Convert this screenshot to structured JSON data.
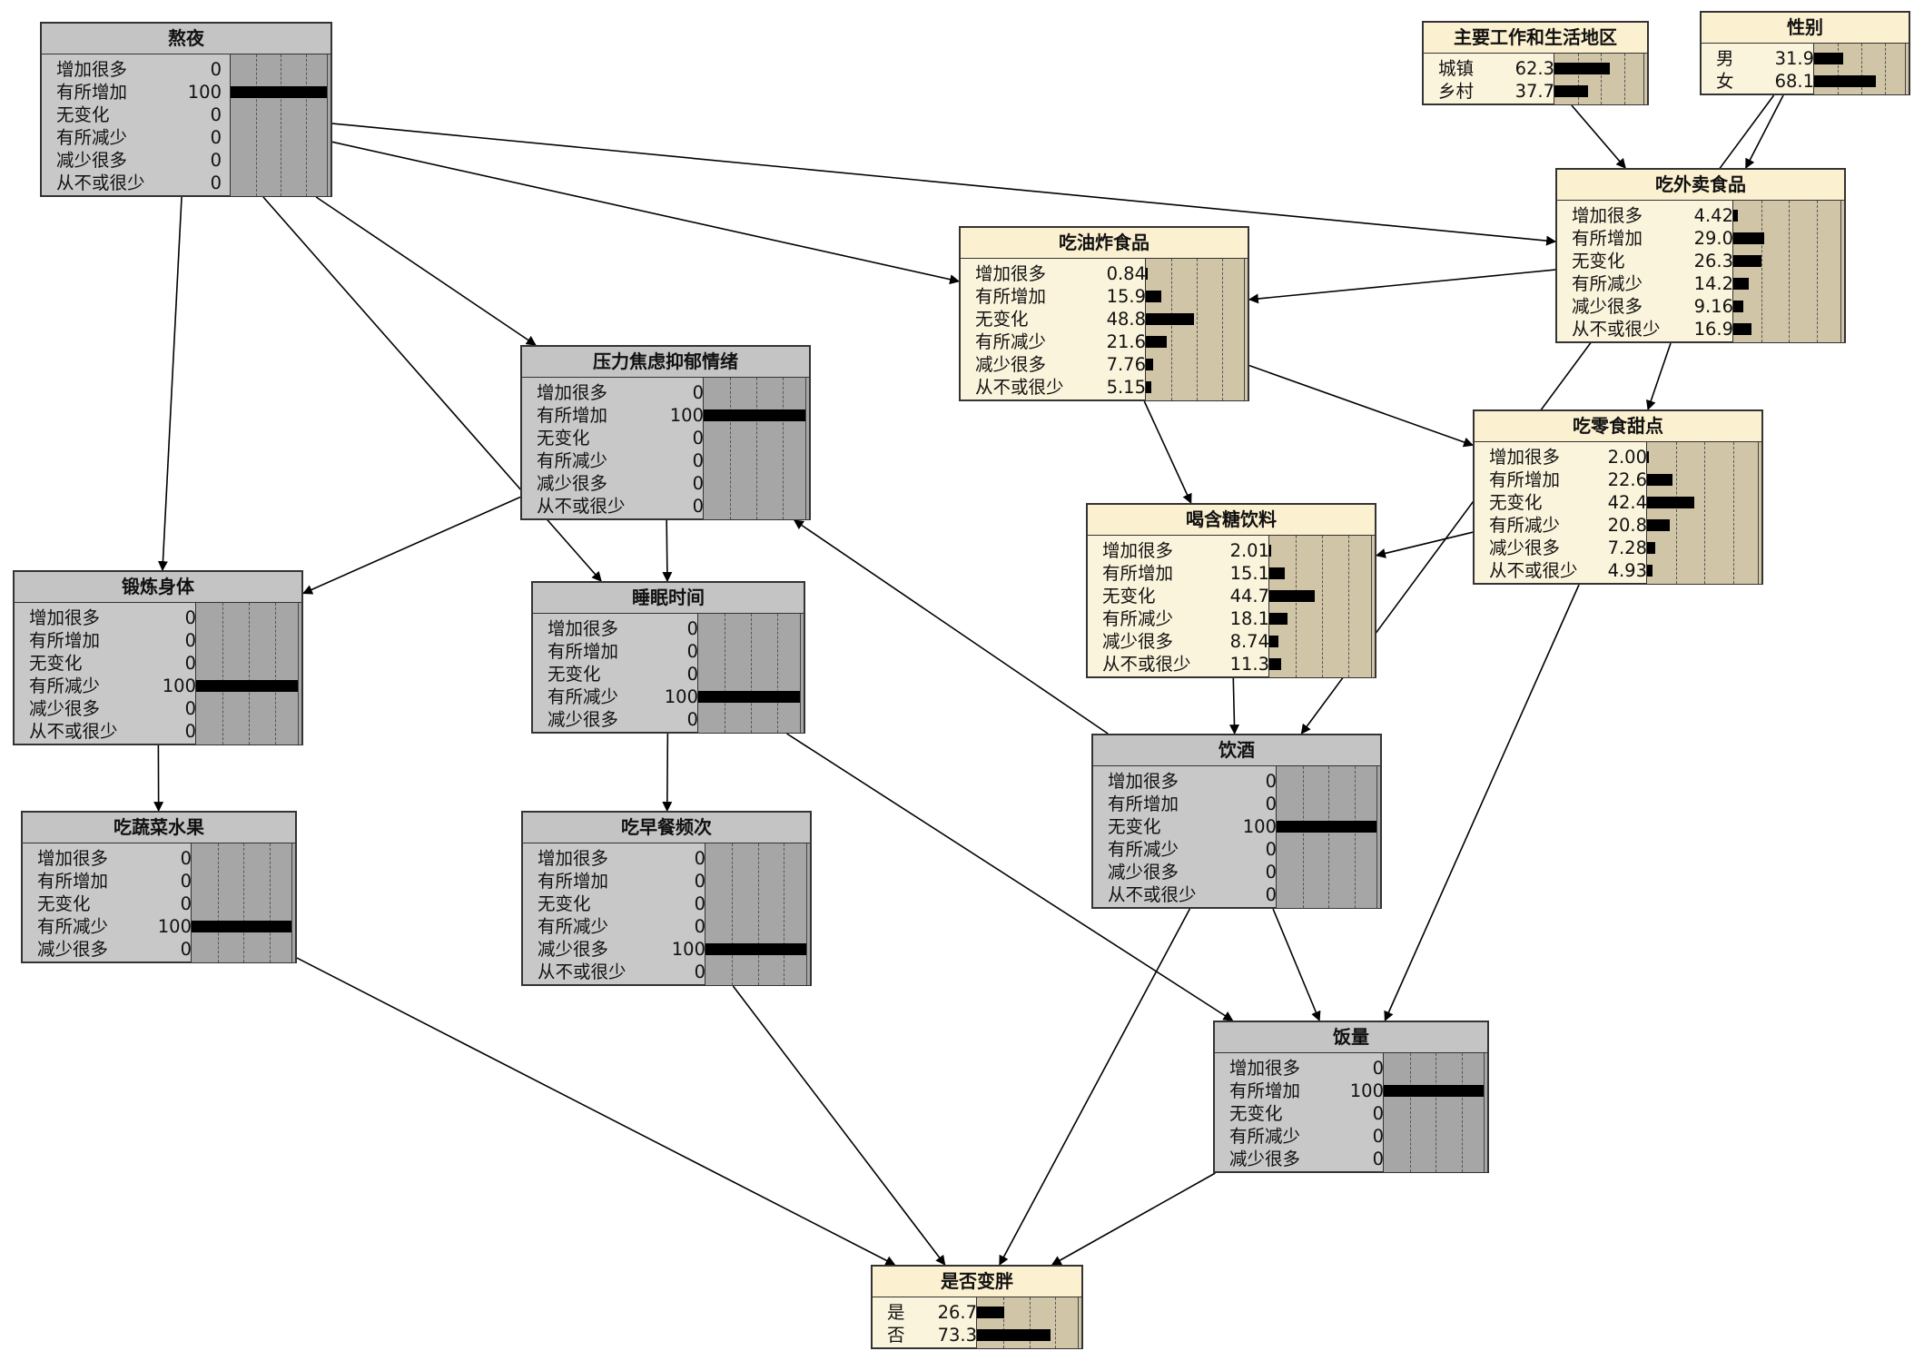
{
  "nodes": [
    {
      "id": "staying-up-late",
      "title": "熬夜",
      "style": "gray",
      "states": [
        {
          "label": "增加很多",
          "value": "0",
          "p": 0
        },
        {
          "label": "有所增加",
          "value": "100",
          "p": 100
        },
        {
          "label": "无变化",
          "value": "0",
          "p": 0
        },
        {
          "label": "有所减少",
          "value": "0",
          "p": 0
        },
        {
          "label": "减少很多",
          "value": "0",
          "p": 0
        },
        {
          "label": "从不或很少",
          "value": "0",
          "p": 0
        }
      ]
    },
    {
      "id": "region",
      "title": "主要工作和生活地区",
      "style": "cream",
      "states": [
        {
          "label": "城镇",
          "value": "62.3",
          "p": 62.3
        },
        {
          "label": "乡村",
          "value": "37.7",
          "p": 37.7
        }
      ]
    },
    {
      "id": "gender",
      "title": "性别",
      "style": "cream",
      "states": [
        {
          "label": "男",
          "value": "31.9",
          "p": 31.9
        },
        {
          "label": "女",
          "value": "68.1",
          "p": 68.1
        }
      ]
    },
    {
      "id": "takeout-food",
      "title": "吃外卖食品",
      "style": "cream",
      "states": [
        {
          "label": "增加很多",
          "value": "4.42",
          "p": 4.42
        },
        {
          "label": "有所增加",
          "value": "29.0",
          "p": 29.0
        },
        {
          "label": "无变化",
          "value": "26.3",
          "p": 26.3
        },
        {
          "label": "有所减少",
          "value": "14.2",
          "p": 14.2
        },
        {
          "label": "减少很多",
          "value": "9.16",
          "p": 9.16
        },
        {
          "label": "从不或很少",
          "value": "16.9",
          "p": 16.9
        }
      ]
    },
    {
      "id": "fried-food",
      "title": "吃油炸食品",
      "style": "cream",
      "states": [
        {
          "label": "增加很多",
          "value": "0.84",
          "p": 0.84
        },
        {
          "label": "有所增加",
          "value": "15.9",
          "p": 15.9
        },
        {
          "label": "无变化",
          "value": "48.8",
          "p": 48.8
        },
        {
          "label": "有所减少",
          "value": "21.6",
          "p": 21.6
        },
        {
          "label": "减少很多",
          "value": "7.76",
          "p": 7.76
        },
        {
          "label": "从不或很少",
          "value": "5.15",
          "p": 5.15
        }
      ]
    },
    {
      "id": "stress-anxiety",
      "title": "压力焦虑抑郁情绪",
      "style": "gray",
      "states": [
        {
          "label": "增加很多",
          "value": "0",
          "p": 0
        },
        {
          "label": "有所增加",
          "value": "100",
          "p": 100
        },
        {
          "label": "无变化",
          "value": "0",
          "p": 0
        },
        {
          "label": "有所减少",
          "value": "0",
          "p": 0
        },
        {
          "label": "减少很多",
          "value": "0",
          "p": 0
        },
        {
          "label": "从不或很少",
          "value": "0",
          "p": 0
        }
      ]
    },
    {
      "id": "snacks-desserts",
      "title": "吃零食甜点",
      "style": "cream",
      "states": [
        {
          "label": "增加很多",
          "value": "2.00",
          "p": 2.0
        },
        {
          "label": "有所增加",
          "value": "22.6",
          "p": 22.6
        },
        {
          "label": "无变化",
          "value": "42.4",
          "p": 42.4
        },
        {
          "label": "有所减少",
          "value": "20.8",
          "p": 20.8
        },
        {
          "label": "减少很多",
          "value": "7.28",
          "p": 7.28
        },
        {
          "label": "从不或很少",
          "value": "4.93",
          "p": 4.93
        }
      ]
    },
    {
      "id": "sugary-drinks",
      "title": "喝含糖饮料",
      "style": "cream",
      "states": [
        {
          "label": "增加很多",
          "value": "2.01",
          "p": 2.01
        },
        {
          "label": "有所增加",
          "value": "15.1",
          "p": 15.1
        },
        {
          "label": "无变化",
          "value": "44.7",
          "p": 44.7
        },
        {
          "label": "有所减少",
          "value": "18.1",
          "p": 18.1
        },
        {
          "label": "减少很多",
          "value": "8.74",
          "p": 8.74
        },
        {
          "label": "从不或很少",
          "value": "11.3",
          "p": 11.3
        }
      ]
    },
    {
      "id": "exercise",
      "title": "锻炼身体",
      "style": "gray",
      "states": [
        {
          "label": "增加很多",
          "value": "0",
          "p": 0
        },
        {
          "label": "有所增加",
          "value": "0",
          "p": 0
        },
        {
          "label": "无变化",
          "value": "0",
          "p": 0
        },
        {
          "label": "有所减少",
          "value": "100",
          "p": 100
        },
        {
          "label": "减少很多",
          "value": "0",
          "p": 0
        },
        {
          "label": "从不或很少",
          "value": "0",
          "p": 0
        }
      ]
    },
    {
      "id": "sleep-time",
      "title": "睡眠时间",
      "style": "gray",
      "states": [
        {
          "label": "增加很多",
          "value": "0",
          "p": 0
        },
        {
          "label": "有所增加",
          "value": "0",
          "p": 0
        },
        {
          "label": "无变化",
          "value": "0",
          "p": 0
        },
        {
          "label": "有所减少",
          "value": "100",
          "p": 100
        },
        {
          "label": "减少很多",
          "value": "0",
          "p": 0
        }
      ]
    },
    {
      "id": "alcohol",
      "title": "饮酒",
      "style": "gray",
      "states": [
        {
          "label": "增加很多",
          "value": "0",
          "p": 0
        },
        {
          "label": "有所增加",
          "value": "0",
          "p": 0
        },
        {
          "label": "无变化",
          "value": "100",
          "p": 100
        },
        {
          "label": "有所减少",
          "value": "0",
          "p": 0
        },
        {
          "label": "减少很多",
          "value": "0",
          "p": 0
        },
        {
          "label": "从不或很少",
          "value": "0",
          "p": 0
        }
      ]
    },
    {
      "id": "vegetables-fruits",
      "title": "吃蔬菜水果",
      "style": "gray",
      "states": [
        {
          "label": "增加很多",
          "value": "0",
          "p": 0
        },
        {
          "label": "有所增加",
          "value": "0",
          "p": 0
        },
        {
          "label": "无变化",
          "value": "0",
          "p": 0
        },
        {
          "label": "有所减少",
          "value": "100",
          "p": 100
        },
        {
          "label": "减少很多",
          "value": "0",
          "p": 0
        }
      ]
    },
    {
      "id": "breakfast-frequency",
      "title": "吃早餐频次",
      "style": "gray",
      "states": [
        {
          "label": "增加很多",
          "value": "0",
          "p": 0
        },
        {
          "label": "有所增加",
          "value": "0",
          "p": 0
        },
        {
          "label": "无变化",
          "value": "0",
          "p": 0
        },
        {
          "label": "有所减少",
          "value": "0",
          "p": 0
        },
        {
          "label": "减少很多",
          "value": "100",
          "p": 100
        },
        {
          "label": "从不或很少",
          "value": "0",
          "p": 0
        }
      ]
    },
    {
      "id": "food-intake",
      "title": "饭量",
      "style": "gray",
      "states": [
        {
          "label": "增加很多",
          "value": "0",
          "p": 0
        },
        {
          "label": "有所增加",
          "value": "100",
          "p": 100
        },
        {
          "label": "无变化",
          "value": "0",
          "p": 0
        },
        {
          "label": "有所减少",
          "value": "0",
          "p": 0
        },
        {
          "label": "减少很多",
          "value": "0",
          "p": 0
        }
      ]
    },
    {
      "id": "weight-gain",
      "title": "是否变胖",
      "style": "cream",
      "states": [
        {
          "label": "是",
          "value": "26.7",
          "p": 26.7
        },
        {
          "label": "否",
          "value": "73.3",
          "p": 73.3
        }
      ]
    }
  ],
  "edges": [
    {
      "from": "staying-up-late",
      "to": "takeout-food"
    },
    {
      "from": "staying-up-late",
      "to": "fried-food"
    },
    {
      "from": "staying-up-late",
      "to": "stress-anxiety"
    },
    {
      "from": "staying-up-late",
      "to": "exercise"
    },
    {
      "from": "staying-up-late",
      "to": "sleep-time"
    },
    {
      "from": "region",
      "to": "takeout-food"
    },
    {
      "from": "gender",
      "to": "takeout-food"
    },
    {
      "from": "gender",
      "to": "alcohol"
    },
    {
      "from": "takeout-food",
      "to": "fried-food"
    },
    {
      "from": "takeout-food",
      "to": "snacks-desserts"
    },
    {
      "from": "fried-food",
      "to": "snacks-desserts"
    },
    {
      "from": "fried-food",
      "to": "sugary-drinks"
    },
    {
      "from": "snacks-desserts",
      "to": "sugary-drinks"
    },
    {
      "from": "snacks-desserts",
      "to": "food-intake"
    },
    {
      "from": "sugary-drinks",
      "to": "alcohol"
    },
    {
      "from": "alcohol",
      "to": "stress-anxiety"
    },
    {
      "from": "alcohol",
      "to": "food-intake"
    },
    {
      "from": "alcohol",
      "to": "weight-gain"
    },
    {
      "from": "stress-anxiety",
      "to": "exercise"
    },
    {
      "from": "stress-anxiety",
      "to": "sleep-time"
    },
    {
      "from": "exercise",
      "to": "vegetables-fruits"
    },
    {
      "from": "sleep-time",
      "to": "breakfast-frequency"
    },
    {
      "from": "sleep-time",
      "to": "food-intake"
    },
    {
      "from": "vegetables-fruits",
      "to": "weight-gain"
    },
    {
      "from": "breakfast-frequency",
      "to": "weight-gain"
    },
    {
      "from": "food-intake",
      "to": "weight-gain"
    }
  ]
}
